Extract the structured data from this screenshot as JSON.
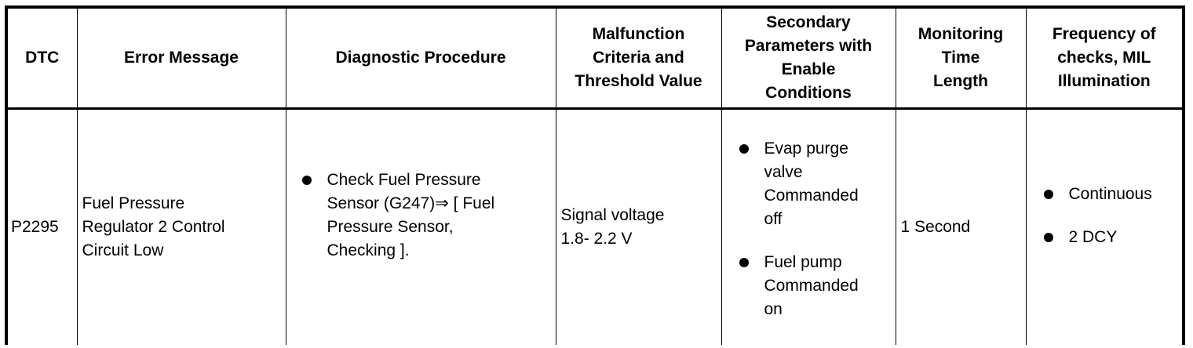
{
  "headers": {
    "dtc": "DTC",
    "error_message": "Error Message",
    "diagnostic_procedure": "Diagnostic Procedure",
    "malfunction": [
      "Malfunction",
      "Criteria and",
      "Threshold Value"
    ],
    "secondary": [
      "Secondary",
      "Parameters with",
      "Enable",
      "Conditions"
    ],
    "monitoring": [
      "Monitoring",
      "Time",
      "Length"
    ],
    "frequency": [
      "Frequency of",
      "checks, MIL",
      "Illumination"
    ]
  },
  "row": {
    "dtc": "P2295",
    "error_message": [
      "Fuel Pressure",
      "Regulator 2 Control",
      "Circuit Low"
    ],
    "diagnostic_procedure": [
      "Check Fuel Pressure",
      "Sensor (G247)⇒ [ Fuel",
      "Pressure Sensor,",
      "Checking ]."
    ],
    "malfunction": [
      "Signal voltage",
      "1.8- 2.2 V"
    ],
    "secondary": [
      [
        "Evap purge",
        "valve",
        "Commanded",
        "off"
      ],
      [
        "Fuel pump",
        "Commanded",
        "on"
      ]
    ],
    "monitoring": "1 Second",
    "frequency": [
      "Continuous",
      "2 DCY"
    ]
  }
}
